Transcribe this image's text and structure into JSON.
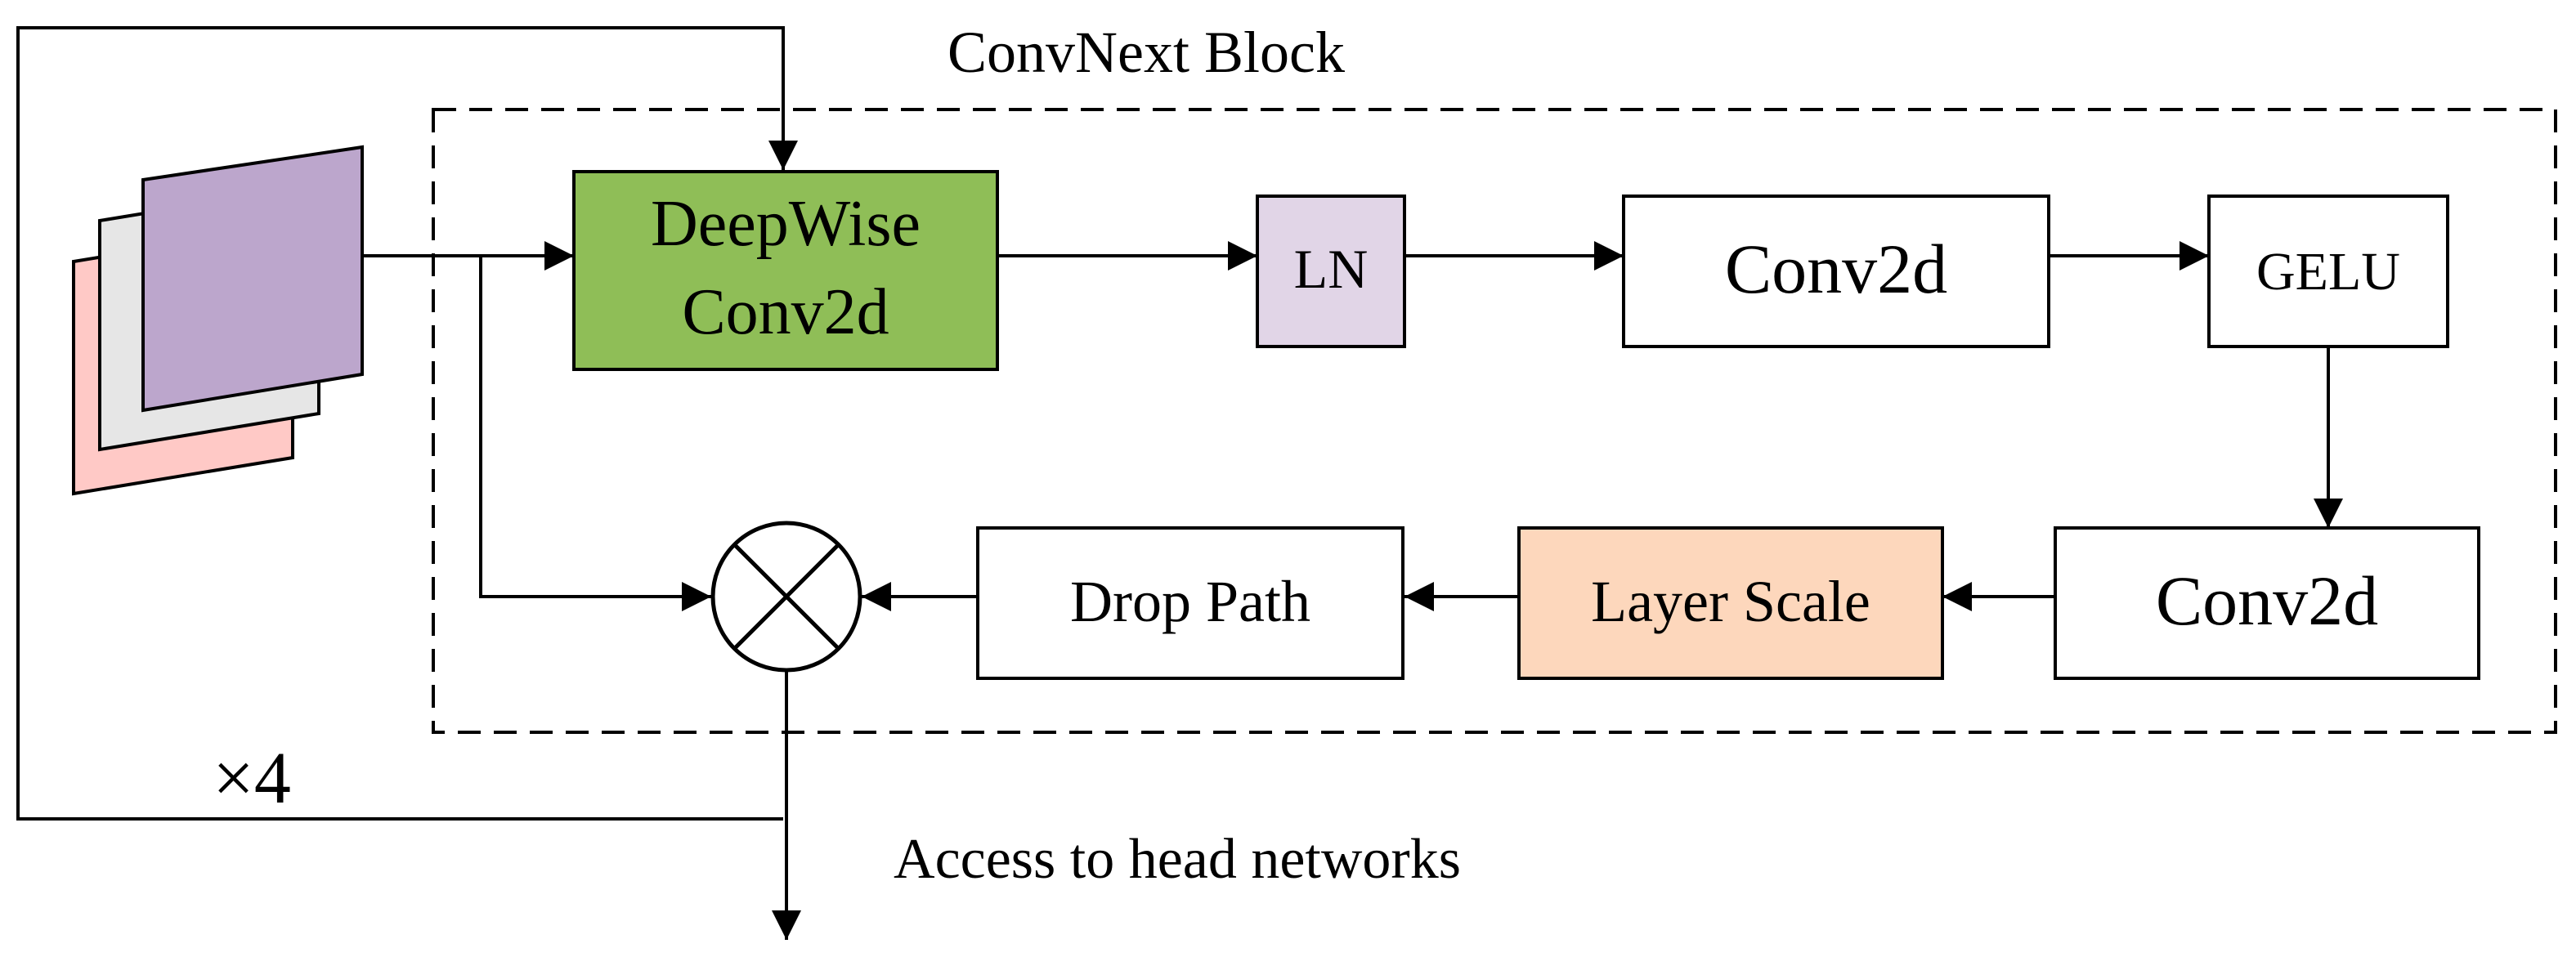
{
  "diagram": {
    "block_title": "ConvNext Block",
    "repeat_label": "×4",
    "output_label": "Access to head networks",
    "nodes": {
      "deepwise": {
        "line1": "DeepWise",
        "line2": "Conv2d",
        "color": "#8fbe57"
      },
      "ln": {
        "label": "LN",
        "color": "#e1d5e7"
      },
      "conv2d_top": {
        "label": "Conv2d",
        "color": "#ffffff"
      },
      "gelu": {
        "label": "GELU",
        "color": "#ffffff"
      },
      "conv2d_bottom": {
        "label": "Conv2d",
        "color": "#ffffff"
      },
      "layer_scale": {
        "label": "Layer Scale",
        "color": "#fdd7bc"
      },
      "drop_path": {
        "label": "Drop Path",
        "color": "#ffffff"
      }
    },
    "operator": {
      "name": "multiply",
      "symbol": "⊗"
    },
    "feature_map_colors": [
      "#ffc9c6",
      "#e6e6e6",
      "#bca6cc"
    ]
  }
}
